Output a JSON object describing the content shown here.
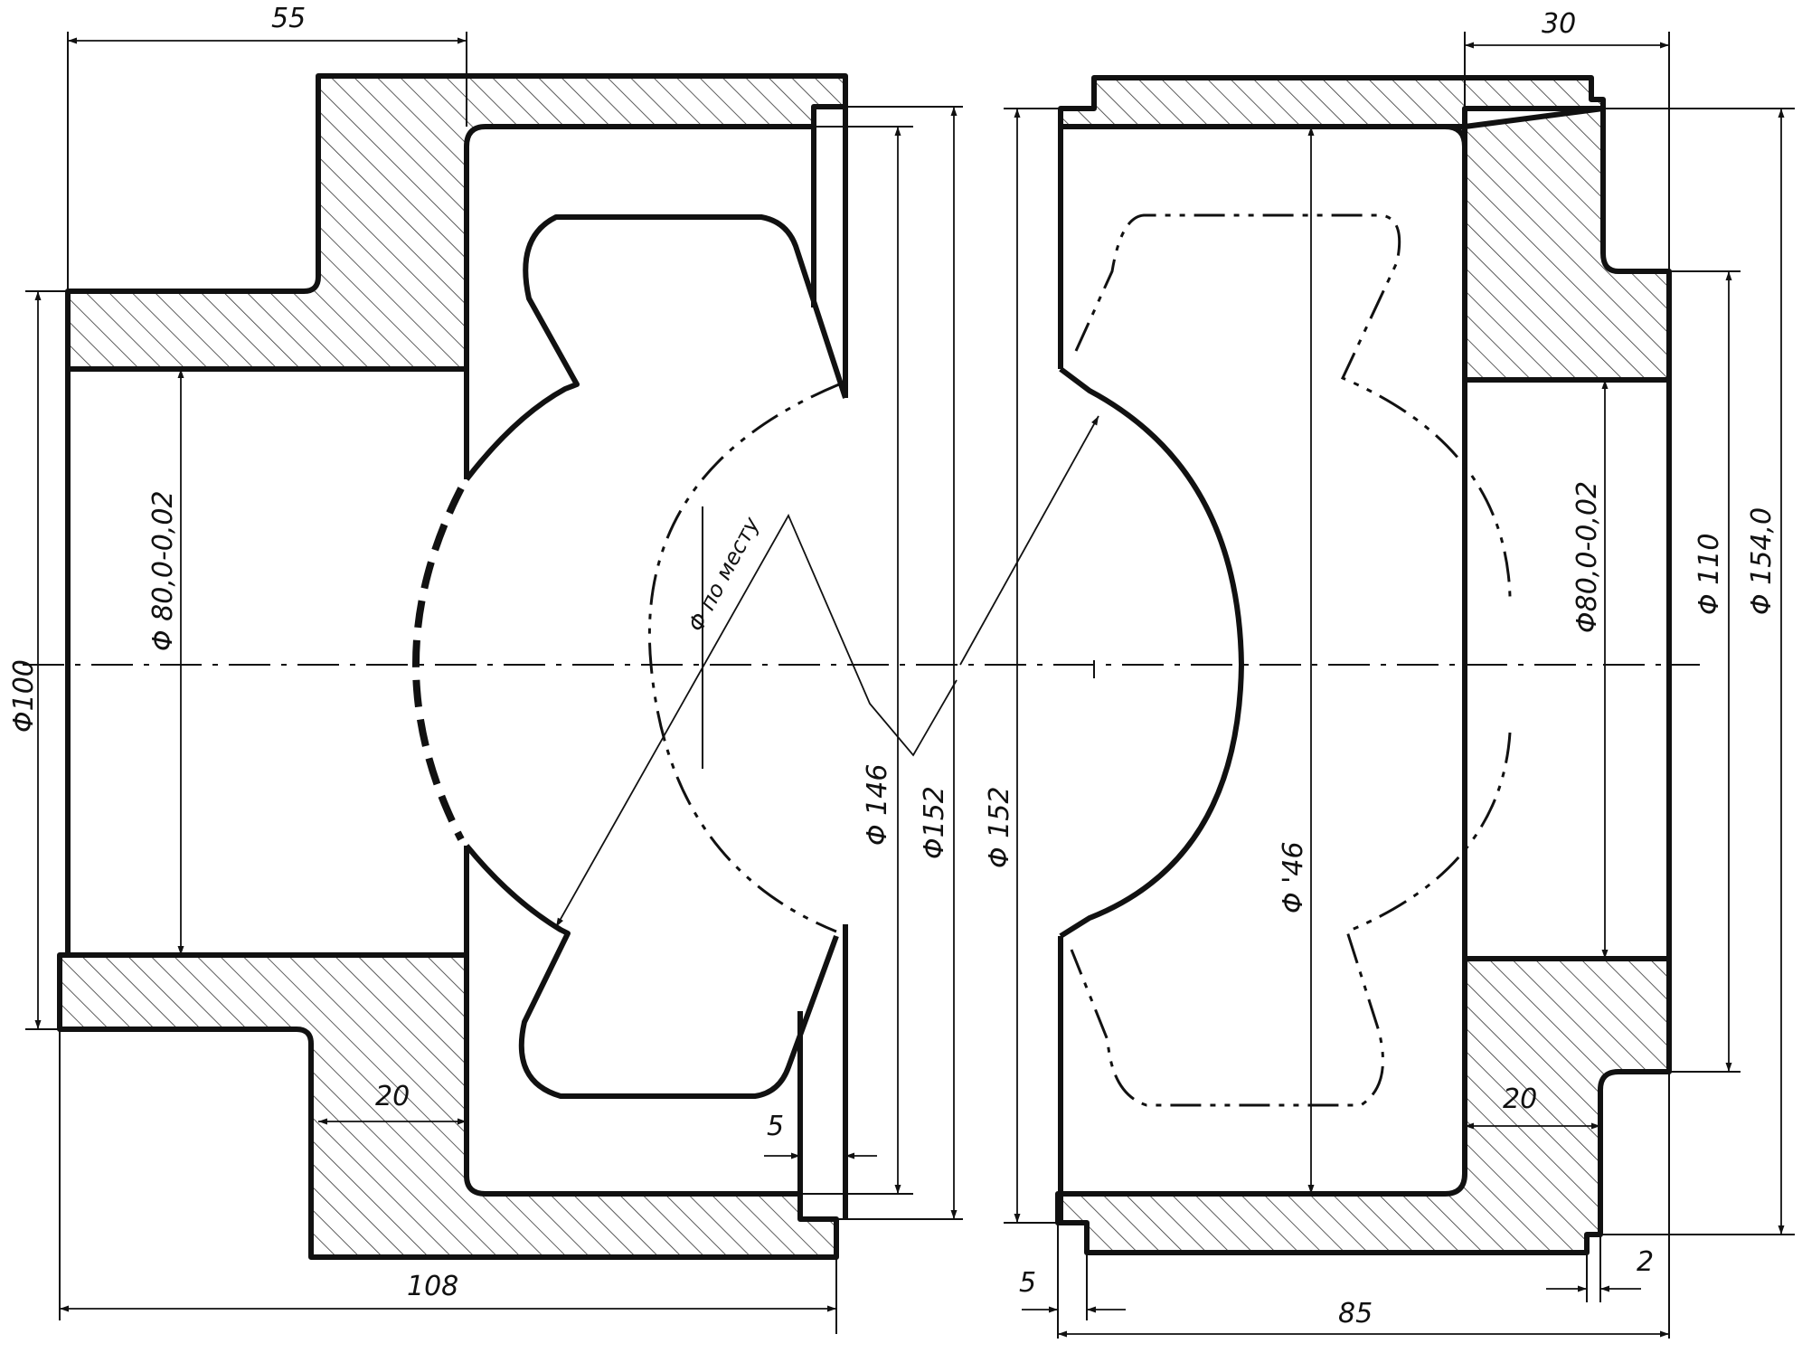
{
  "dimensions": {
    "d55": "55",
    "d30": "30",
    "d108": "108",
    "d85": "85",
    "d20_left": "20",
    "d20_right": "20",
    "d5_left": "5",
    "d5_right": "5",
    "d2": "2",
    "phi100": "Φ100",
    "phi80_left": "Φ 80,0-0,02",
    "phi80_right": "Φ80,0-0,02",
    "phi146": "Φ 146",
    "phi152_a": "Φ152",
    "phi152_b": "Φ 152",
    "phi46": "Φ '46",
    "phi110": "Φ 110",
    "phi154": "Φ 154,0",
    "po_mestu": "Φ по месту"
  }
}
